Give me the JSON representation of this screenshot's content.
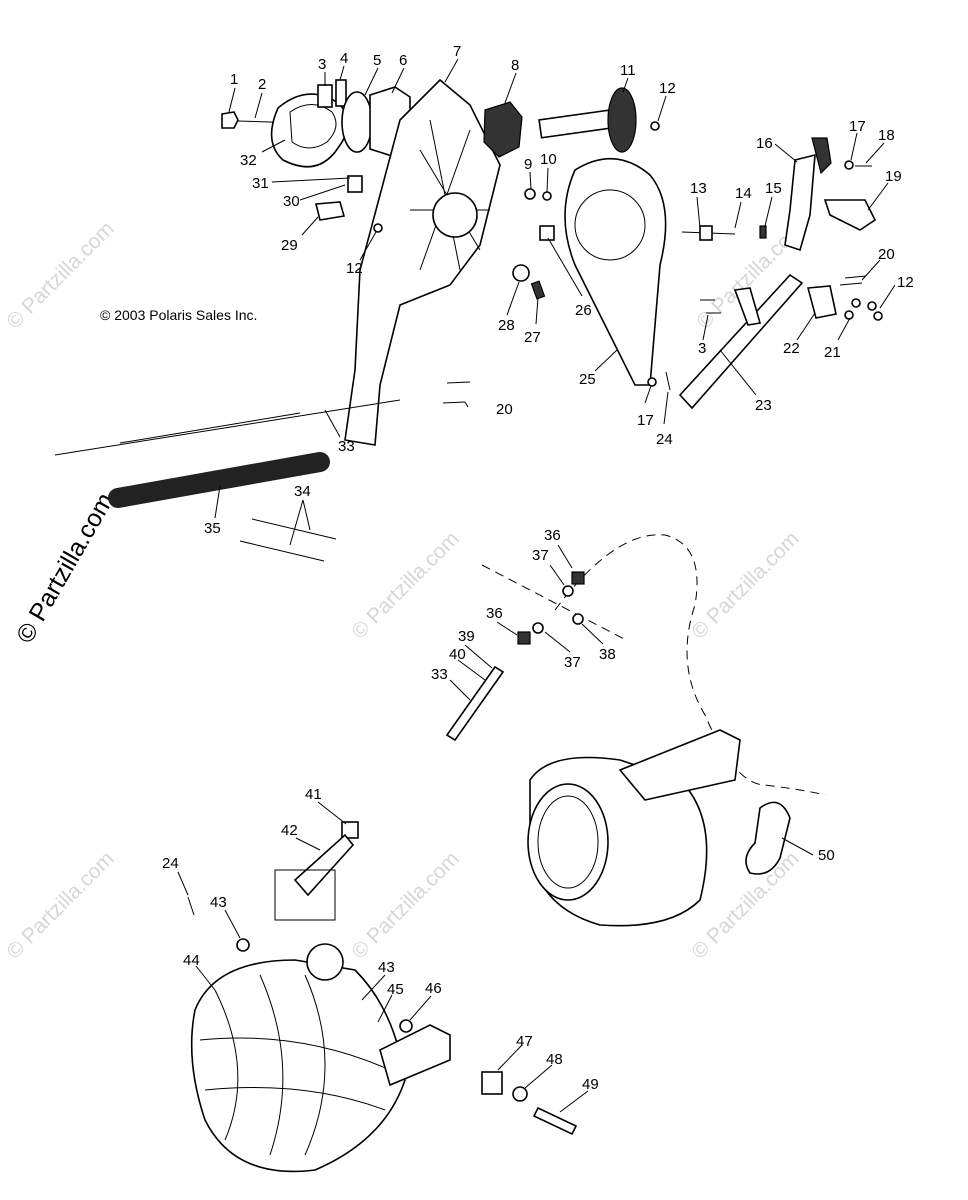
{
  "copyright": "© 2003 Polaris Sales Inc.",
  "watermark": "© Partzilla.com",
  "callouts": [
    {
      "id": "c1",
      "text": "1"
    },
    {
      "id": "c2",
      "text": "2"
    },
    {
      "id": "c3a",
      "text": "3"
    },
    {
      "id": "c4",
      "text": "4"
    },
    {
      "id": "c5",
      "text": "5"
    },
    {
      "id": "c6",
      "text": "6"
    },
    {
      "id": "c7",
      "text": "7"
    },
    {
      "id": "c8",
      "text": "8"
    },
    {
      "id": "c9",
      "text": "9"
    },
    {
      "id": "c10",
      "text": "10"
    },
    {
      "id": "c11",
      "text": "11"
    },
    {
      "id": "c12a",
      "text": "12"
    },
    {
      "id": "c12b",
      "text": "12"
    },
    {
      "id": "c12c",
      "text": "12"
    },
    {
      "id": "c13",
      "text": "13"
    },
    {
      "id": "c14",
      "text": "14"
    },
    {
      "id": "c15",
      "text": "15"
    },
    {
      "id": "c16",
      "text": "16"
    },
    {
      "id": "c17a",
      "text": "17"
    },
    {
      "id": "c17b",
      "text": "17"
    },
    {
      "id": "c18",
      "text": "18"
    },
    {
      "id": "c19",
      "text": "19"
    },
    {
      "id": "c20a",
      "text": "20"
    },
    {
      "id": "c20b",
      "text": "20"
    },
    {
      "id": "c21",
      "text": "21"
    },
    {
      "id": "c22",
      "text": "22"
    },
    {
      "id": "c23",
      "text": "23"
    },
    {
      "id": "c24a",
      "text": "24"
    },
    {
      "id": "c24b",
      "text": "24"
    },
    {
      "id": "c25",
      "text": "25"
    },
    {
      "id": "c26",
      "text": "26"
    },
    {
      "id": "c27",
      "text": "27"
    },
    {
      "id": "c28",
      "text": "28"
    },
    {
      "id": "c29",
      "text": "29"
    },
    {
      "id": "c30",
      "text": "30"
    },
    {
      "id": "c31",
      "text": "31"
    },
    {
      "id": "c32",
      "text": "32"
    },
    {
      "id": "c33a",
      "text": "33"
    },
    {
      "id": "c33b",
      "text": "33"
    },
    {
      "id": "c34",
      "text": "34"
    },
    {
      "id": "c35",
      "text": "35"
    },
    {
      "id": "c36a",
      "text": "36"
    },
    {
      "id": "c36b",
      "text": "36"
    },
    {
      "id": "c37a",
      "text": "37"
    },
    {
      "id": "c37b",
      "text": "37"
    },
    {
      "id": "c38",
      "text": "38"
    },
    {
      "id": "c39",
      "text": "39"
    },
    {
      "id": "c40",
      "text": "40"
    },
    {
      "id": "c3b",
      "text": "3"
    },
    {
      "id": "c41",
      "text": "41"
    },
    {
      "id": "c42",
      "text": "42"
    },
    {
      "id": "c43a",
      "text": "43"
    },
    {
      "id": "c43b",
      "text": "43"
    },
    {
      "id": "c44",
      "text": "44"
    },
    {
      "id": "c45",
      "text": "45"
    },
    {
      "id": "c46",
      "text": "46"
    },
    {
      "id": "c47",
      "text": "47"
    },
    {
      "id": "c48",
      "text": "48"
    },
    {
      "id": "c49",
      "text": "49"
    },
    {
      "id": "c50",
      "text": "50"
    }
  ]
}
